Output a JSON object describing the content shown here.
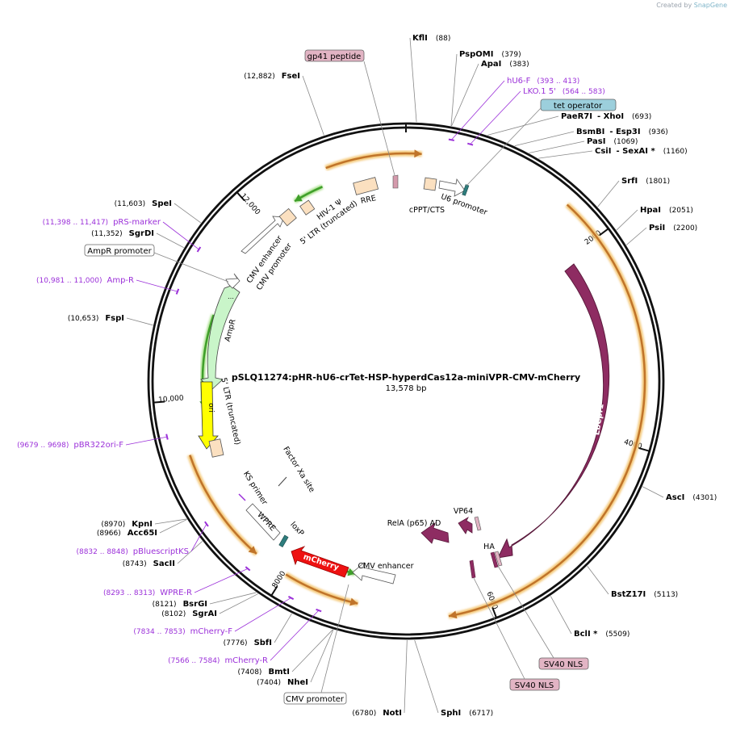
{
  "credit": {
    "prefix": "Created by",
    "brand": "SnapGene"
  },
  "plasmid": {
    "name": "pSLQ11274:pHR-hU6-crTet-HSP-hyperdCas12a-miniVPR-CMV-mCherry",
    "length_label": "13,578 bp",
    "length": 13578
  },
  "ticks": [
    {
      "pos": 2000,
      "label": "2000"
    },
    {
      "pos": 4000,
      "label": "4000"
    },
    {
      "pos": 6000,
      "label": "6000"
    },
    {
      "pos": 8000,
      "label": "8000"
    },
    {
      "pos": 10000,
      "label": "10,000"
    },
    {
      "pos": 12000,
      "label": "12,000"
    }
  ],
  "enzymes": [
    {
      "pos": 88,
      "name": "KflI",
      "pos_label": "(88)"
    },
    {
      "pos": 379,
      "name": "PspOMI",
      "pos_label": "(379)"
    },
    {
      "pos": 383,
      "name": "ApaI",
      "pos_label": "(383)"
    },
    {
      "pos": 693,
      "name": "PaeR7I",
      "name2": "- XhoI",
      "pos_label": "(693)"
    },
    {
      "pos": 936,
      "name": "BsmBI",
      "name2": "- Esp3I",
      "pos_label": "(936)"
    },
    {
      "pos": 1069,
      "name": "PasI",
      "pos_label": "(1069)"
    },
    {
      "pos": 1160,
      "name": "CsiI",
      "name2": "- SexAI *",
      "pos_label": "(1160)"
    },
    {
      "pos": 1801,
      "name": "SrfI",
      "pos_label": "(1801)"
    },
    {
      "pos": 2051,
      "name": "HpaI",
      "pos_label": "(2051)"
    },
    {
      "pos": 2200,
      "name": "PsiI",
      "pos_label": "(2200)"
    },
    {
      "pos": 4301,
      "name": "AscI",
      "pos_label": "(4301)"
    },
    {
      "pos": 5113,
      "name": "BstZ17I",
      "pos_label": "(5113)"
    },
    {
      "pos": 5509,
      "name": "BclI *",
      "pos_label": "(5509)"
    },
    {
      "pos": 6717,
      "name": "SphI",
      "pos_label": "(6717)"
    },
    {
      "pos": 6780,
      "name": "NotI",
      "pos_label": "(6780)"
    },
    {
      "pos": 7404,
      "name": "NheI",
      "pos_label": "(7404)"
    },
    {
      "pos": 7408,
      "name": "BmtI",
      "pos_label": "(7408)"
    },
    {
      "pos": 7776,
      "name": "SbfI",
      "pos_label": "(7776)"
    },
    {
      "pos": 8102,
      "name": "SgrAI",
      "pos_label": "(8102)"
    },
    {
      "pos": 8121,
      "name": "BsrGI",
      "pos_label": "(8121)"
    },
    {
      "pos": 8743,
      "name": "SacII",
      "pos_label": "(8743)"
    },
    {
      "pos": 8966,
      "name": "Acc65I",
      "pos_label": "(8966)"
    },
    {
      "pos": 8970,
      "name": "KpnI",
      "pos_label": "(8970)"
    },
    {
      "pos": 10653,
      "name": "FspI",
      "pos_label": "(10,653)"
    },
    {
      "pos": 11352,
      "name": "SgrDI",
      "pos_label": "(11,352)"
    },
    {
      "pos": 11603,
      "name": "SpeI",
      "pos_label": "(11,603)"
    },
    {
      "pos": 12882,
      "name": "FseI",
      "pos_label": "(12,882)"
    }
  ],
  "primers": [
    {
      "pos": 403,
      "name": "hU6-F",
      "pos_label": "(393 .. 413)"
    },
    {
      "pos": 573,
      "name": "LKO.1 5'",
      "pos_label": "(564 .. 583)"
    },
    {
      "pos": 7575,
      "name": "mCherry-R",
      "pos_label": "(7566 .. 7584)"
    },
    {
      "pos": 7843,
      "name": "mCherry-F",
      "pos_label": "(7834 .. 7853)"
    },
    {
      "pos": 8303,
      "name": "WPRE-R",
      "pos_label": "(8293 .. 8313)"
    },
    {
      "pos": 8840,
      "name": "pBluescriptKS",
      "pos_label": "(8832 .. 8848)"
    },
    {
      "pos": 9688,
      "name": "pBR322ori-F",
      "pos_label": "(9679 .. 9698)"
    },
    {
      "pos": 10990,
      "name": "Amp-R",
      "pos_label": "(10,981 .. 11,000)"
    },
    {
      "pos": 11407,
      "name": "pRS-marker",
      "pos_label": "(11,398 .. 11,417)"
    }
  ],
  "boxed_labels": [
    {
      "name": "gp41 peptide",
      "style": "pink"
    },
    {
      "name": "tet operator",
      "style": "blue"
    },
    {
      "name": "AmpR promoter",
      "style": "white"
    },
    {
      "name": "CMV promoter",
      "style": "white"
    },
    {
      "name": "SV40 NLS",
      "style": "pink"
    },
    {
      "name": "SV40 NLS",
      "style": "pink"
    }
  ],
  "features": [
    {
      "name": "LbCpf1"
    },
    {
      "name": "mCherry"
    },
    {
      "name": "AmpR"
    },
    {
      "name": "ori"
    },
    {
      "name": "U6 promoter"
    },
    {
      "name": "cPPT/CTS"
    },
    {
      "name": "RRE"
    },
    {
      "name": "HIV-1 Ψ"
    },
    {
      "name": "5' LTR (truncated)"
    },
    {
      "name": "CMV enhancer"
    },
    {
      "name": "CMV promoter"
    },
    {
      "name": "5' LTR (truncated)"
    },
    {
      "name": "Factor Xa site"
    },
    {
      "name": "KS primer"
    },
    {
      "name": "WPRE"
    },
    {
      "name": "loxP"
    },
    {
      "name": "CMV enhancer"
    },
    {
      "name": "RelA (p65) AD"
    },
    {
      "name": "VP64"
    },
    {
      "name": "HA"
    }
  ],
  "colors": {
    "lbcpf1": "#8e2c62",
    "mcherry": "#ee1111",
    "ampr": "#c9f5c9",
    "ori": "#ffff00",
    "peach": "#fbe0c0",
    "pink_box": "#e2b4c4",
    "blue_box": "#9ccfdc",
    "orf_orange": "#c0742a",
    "orf_glow": "#f4c97a",
    "green": "#3f9f2a",
    "primer": "#9b30d9",
    "teal": "#2e7d7d"
  }
}
